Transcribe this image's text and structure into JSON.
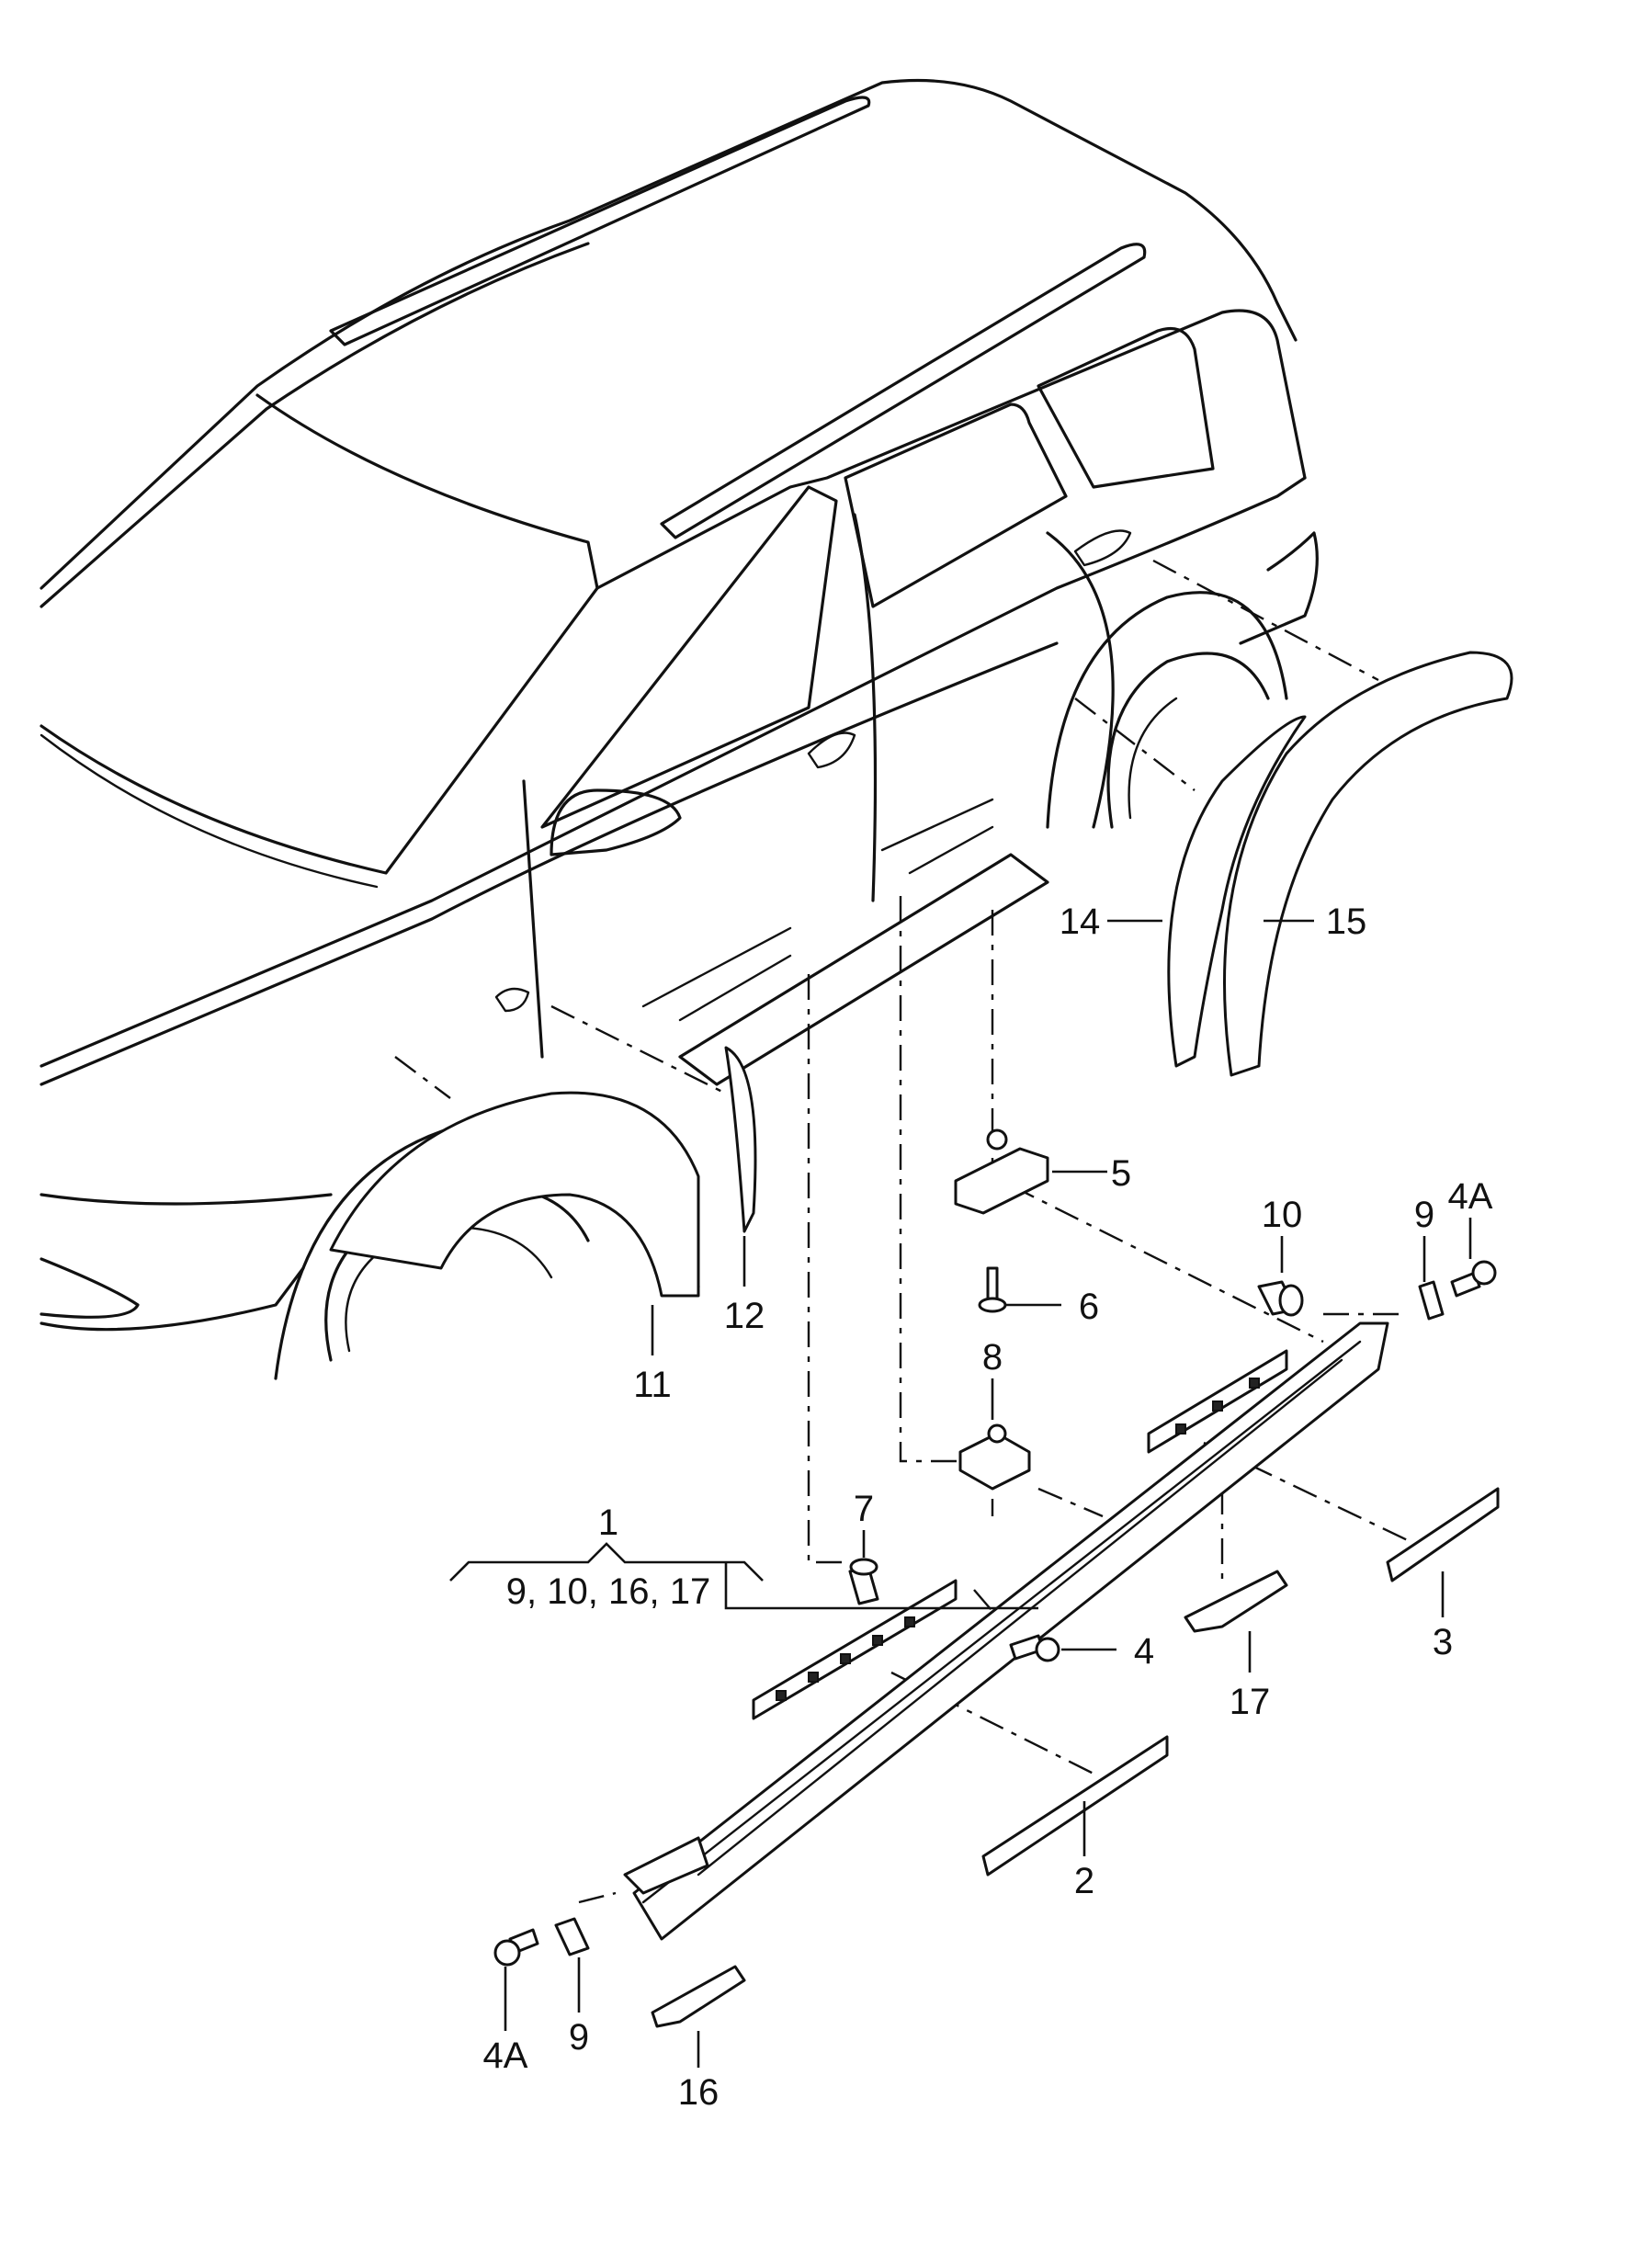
{
  "callouts": {
    "c1": "1",
    "c1_sub": "9, 10, 16, 17",
    "c2": "2",
    "c3": "3",
    "c4": "4",
    "c4a_top": "4A",
    "c4a_bottom": "4A",
    "c5": "5",
    "c6": "6",
    "c7": "7",
    "c8": "8",
    "c9_top": "9",
    "c9_bottom": "9",
    "c10": "10",
    "c11": "11",
    "c12": "12",
    "c14": "14",
    "c15": "15",
    "c16": "16",
    "c17": "17"
  }
}
